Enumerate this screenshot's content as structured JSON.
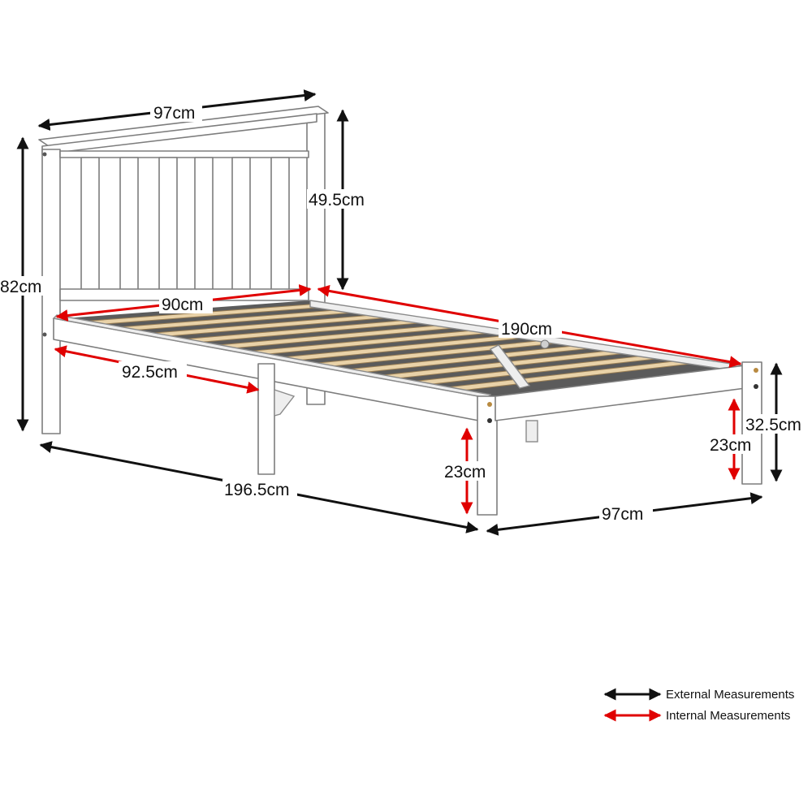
{
  "diagram": {
    "measurements": {
      "headboard_width": "97cm",
      "headboard_height": "49.5cm",
      "total_height": "82cm",
      "internal_width": "90cm",
      "internal_length": "190cm",
      "side_internal_width": "92.5cm",
      "total_length": "196.5cm",
      "total_width": "97cm",
      "clearance_front": "23cm",
      "clearance_back": "23cm",
      "footend_height": "32.5cm"
    },
    "legend": {
      "external_label": "External Measurements",
      "internal_label": "Internal Measurements"
    },
    "colors": {
      "external": "#111111",
      "internal": "#e00000",
      "slats": "#e9d2a8",
      "frame": "#ffffff"
    }
  }
}
